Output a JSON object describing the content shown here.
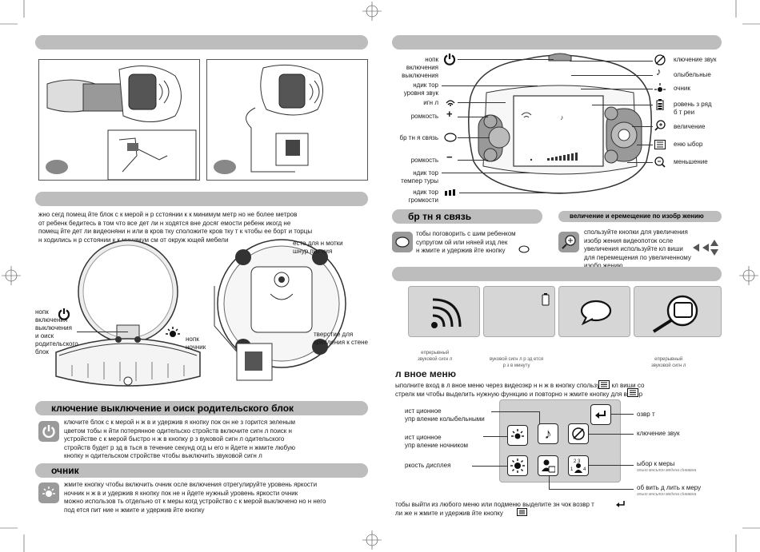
{
  "left": {
    "power_button_label": "нопк\nвключения\nвыключения\nи оиск\nродительского\nблок",
    "nightlight_button_label": "нопк\nночник",
    "cord_slot_label": "есто для н мотки\nшнур пит ния",
    "wall_hole_label": "тверстие для\nкрепления к стене",
    "placement_text": [
      "жно сегд помещ йте блок с к мерой н р сстоянии к к минимум метр но не более метров",
      "от ребенк бедитесь в том что все дет ли н ходятся вне досяг емости ребенк икогд не",
      "помещ йте дет ли видеоняни н или в кров тку сположите кров тку т к чтобы ее борт и торцы",
      "н ходились н р сстоянии к к минимум см от окруж ющей мебели"
    ],
    "power_section_title": "ключение выключение и оиск родительского блок",
    "power_text": [
      "ключите блок с к мерой н ж в и удержив я кнопку пок он не з горится зеленым",
      "цветом тобы н йти потерянное одительско стройств включите сигн л поиск н",
      "устройстве с к мерой быстро н ж в кнопку р з вуковой сигн л одительского",
      "стройств будет р зд в ться в течение секунд огд ы его н йдете н жмите любую",
      "кнопку н одительском стройстве чтобы выключить звуковой сигн л"
    ],
    "nightlight_section_title": "очник",
    "nightlight_text": [
      "жмите кнопку чтобы включить очник осле включения отрегулируйте уровень яркости",
      "ночник н ж в и удержив я кнопку пок не н йдете нужный уровень яркости очник",
      "можно использов ть отдельно от к меры когд устройство с к мерой выключено но н него",
      "под ется пит ние н жмите и удержив йте кнопку"
    ]
  },
  "right": {
    "device_left_labels": [
      "нопк\nвключения\nвыключения",
      "ндик тор\nуровня звук",
      "игн л",
      "ромкость",
      "бр тн я связь",
      "ромкость",
      "ндик тор\nтемпер туры",
      "ндик тор\nгромкости"
    ],
    "device_right_labels": [
      "ключение звук",
      "олыбельные",
      "очник",
      "ровень з ряд\nб т реи",
      "величение",
      "еню ыбор",
      "меньшение"
    ],
    "talkback_title": "бр тн я связь",
    "talkback_text": [
      "тобы поговорить с шим ребенком",
      "супругом ой или няней изд лек",
      "н жмите и удержив йте кнопку"
    ],
    "zoom_title": "величение и еремещение по изобр жению",
    "zoom_text": [
      "спользуйте кнопки для увеличения",
      "изобр жения видеопоток осле",
      "увеличения используйте кл виши",
      "для перемещения по увеличенному",
      "изобр жению"
    ],
    "alert_captions": [
      "епрерывный\nзвуковой сигн л",
      "вуковой сигн л р зд ется\nр з в минуту",
      "",
      "епрерывный\nзвуковой сигн л"
    ],
    "menu_title": "л вное меню",
    "menu_text": [
      "ыполните вход в л вное меню через видеоэкр н н ж в кнопку спользуйте кл виши со",
      "стрелк ми чтобы выделить нужную функцию и повторно н жмите кнопку для выбор"
    ],
    "menu_left_labels": [
      "ист ционное\nупр вление колыбельными",
      "ист ционное\nупр вление ночником",
      "ркость дисплея"
    ],
    "menu_right_labels": [
      "озвр т",
      "ключение звук",
      "ыбор к меры",
      "об вить д лить к меру"
    ],
    "menu_small_note": "ольно мнсьлон медгна сlневвна",
    "back_text": [
      "тобы выйти из любого меню или подменю выделите зн чок возвр т",
      "ли же н жмите и удержив йте кнопку"
    ]
  },
  "colors": {
    "bar": "#bdbdbd",
    "icon_box": "#9a9a9a",
    "panel": "#d6d6d6",
    "ink": "#1a1a1a"
  }
}
